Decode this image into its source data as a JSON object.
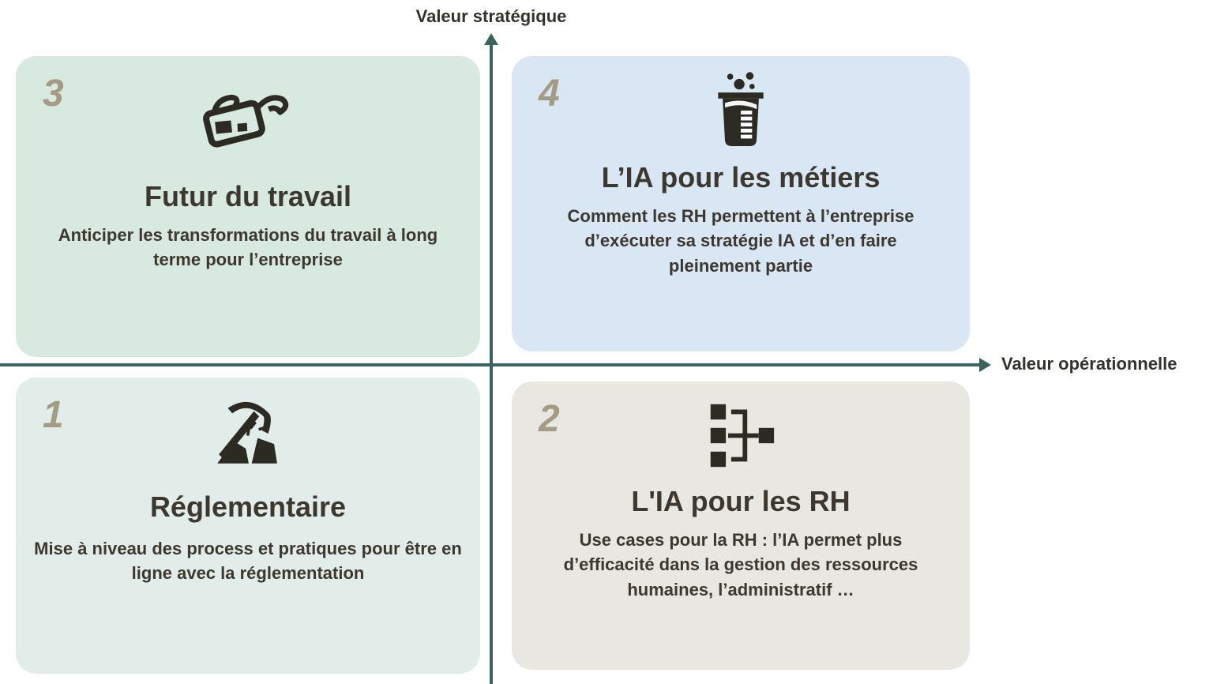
{
  "axes": {
    "vertical_label": "Valeur stratégique",
    "horizontal_label": "Valeur opérationnelle",
    "axis_color": "#3b625f",
    "label_color": "#33332c"
  },
  "palette": {
    "quadrant_top_left_bg": "#d8e9e0",
    "quadrant_top_right_bg": "#d9e7f4",
    "quadrant_bottom_left_bg": "#e2ece8",
    "quadrant_bottom_right_bg": "#e9e7e2",
    "number_color": "#a49b85",
    "text_color": "#3c382f",
    "icon_color": "#2b2a23"
  },
  "quadrants": [
    {
      "position": "top-left",
      "number": "3",
      "icon": "3d-glasses-icon",
      "title": "Futur du travail",
      "description": "Anticiper les transformations du travail à long terme pour l’entreprise",
      "bg": "#d8e9e0"
    },
    {
      "position": "top-right",
      "number": "4",
      "icon": "beaker-icon",
      "title": "L’IA pour les métiers",
      "description": "Comment les RH permettent à l’entreprise d’exécuter sa stratégie IA et d’en faire pleinement partie",
      "bg": "#d9e7f4"
    },
    {
      "position": "bottom-left",
      "number": "1",
      "icon": "pickaxe-icon",
      "title": "Réglementaire",
      "description": "Mise à niveau des process et pratiques pour être en ligne avec la réglementation",
      "bg": "#e2ece8"
    },
    {
      "position": "bottom-right",
      "number": "2",
      "icon": "org-chart-icon",
      "title": "L'IA pour les RH",
      "description": "Use cases pour la RH  : l’IA permet plus d’efficacité dans la gestion des ressources humaines, l’administratif …",
      "bg": "#e9e7e2"
    }
  ]
}
